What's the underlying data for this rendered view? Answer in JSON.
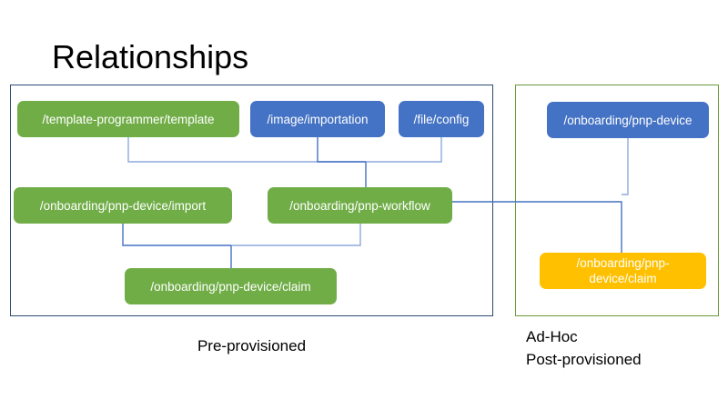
{
  "slide": {
    "title": "Relationships",
    "background": "#ffffff"
  },
  "groups": [
    {
      "id": "pre-provisioned",
      "caption": "Pre-provisioned",
      "border_color": "#2e4b75"
    },
    {
      "id": "ad-hoc",
      "caption": "Ad-Hoc\nPost-provisioned",
      "border_color": "#6a9a3a"
    }
  ],
  "colors": {
    "green": "#70ad47",
    "blue": "#4472c4",
    "orange": "#ffc000",
    "connector": "#4472c4",
    "connector_light": "#8faadc",
    "text_dark": "#000000",
    "node_text": "#ffffff"
  },
  "nodes": {
    "template": {
      "label": "/template-programmer/template",
      "color": "green"
    },
    "image": {
      "label": "/image/importation",
      "color": "blue"
    },
    "file_config": {
      "label": "/file/config",
      "color": "blue"
    },
    "import": {
      "label": "/onboarding/pnp-device/import",
      "color": "green"
    },
    "workflow": {
      "label": "/onboarding/pnp-workflow",
      "color": "green"
    },
    "claim": {
      "label": "/onboarding/pnp-device/claim",
      "color": "green"
    },
    "pnp_device": {
      "label": "/onboarding/pnp-device",
      "color": "blue"
    },
    "adhoc_claim": {
      "label": "/onboarding/pnp-device/claim",
      "color": "orange"
    }
  },
  "connections": [
    {
      "from": "template",
      "to": "workflow"
    },
    {
      "from": "image",
      "to": "workflow"
    },
    {
      "from": "file_config",
      "to": "workflow"
    },
    {
      "from": "import",
      "to": "claim"
    },
    {
      "from": "workflow",
      "to": "claim"
    },
    {
      "from": "workflow",
      "to": "adhoc_claim"
    },
    {
      "from": "pnp_device",
      "to": "adhoc_claim"
    }
  ]
}
